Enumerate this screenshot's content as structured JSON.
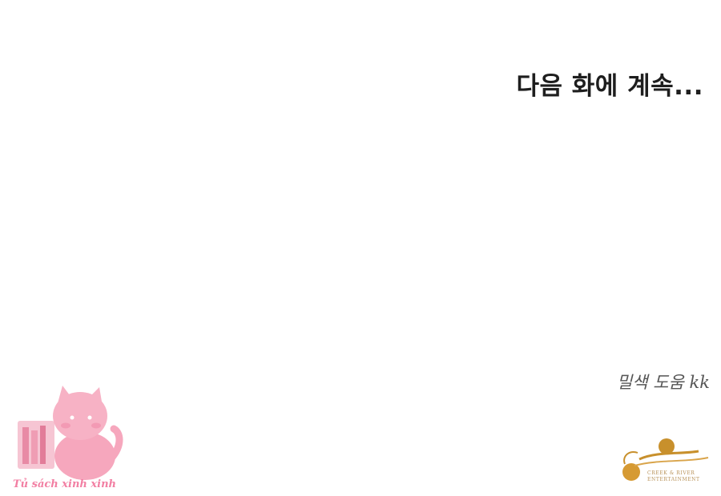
{
  "headline": "다음 화에 계속...",
  "credit": "밀색 도움 kk",
  "watermark_left": {
    "text": "Tủ sách xinh xinh",
    "icon": "pink-cat-bookshelf-logo",
    "color": "#f27fa3"
  },
  "watermark_right": {
    "text": "CREEK & RIVER ENTERTAINMENT",
    "icon": "gold-swirl-logo",
    "color": "#c8902c"
  }
}
